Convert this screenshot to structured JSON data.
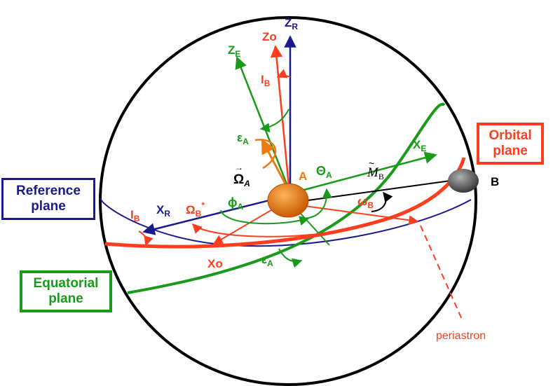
{
  "colors": {
    "reference": "#1a1a8c",
    "orbital": "#ff3d1f",
    "equatorial": "#1a9a1a",
    "body_a": "#f07a10",
    "body_b": "#7a7a7a",
    "black": "#000000"
  },
  "boxes": {
    "reference": "Reference plane",
    "orbital": "Orbital plane",
    "equatorial": "Equatorial plane"
  },
  "labels": {
    "ZR_main": "Z",
    "ZR_sub": "R",
    "Zo": "Zo",
    "ZE_main": "Z",
    "ZE_sub": "E",
    "IB_top_main": "I",
    "IB_top_sub": "B",
    "epsA_top_main": "ε",
    "epsA_top_sub": "A",
    "OmegaA_vec": "Ω",
    "OmegaA_sub": "A",
    "A": "A",
    "ThetaA_main": "Θ",
    "ThetaA_sub": "A",
    "MB_main": "M",
    "MB_sub": "B",
    "XE_main": "X",
    "XE_sub": "E",
    "B": "B",
    "phiA_main": "ϕ",
    "phiA_sub": "A",
    "OmegaB_main": "Ω",
    "OmegaB_sub": "B",
    "OmegaB_sup": "*",
    "XR_main": "X",
    "XR_sub": "R",
    "IB_left_main": "I",
    "IB_left_sub": "B",
    "omegaB_main": "ω",
    "omegaB_sub": "B",
    "Xo": "Xo",
    "epsA_bot_main": "ε",
    "epsA_bot_sub": "A",
    "periastron": "periastron"
  }
}
